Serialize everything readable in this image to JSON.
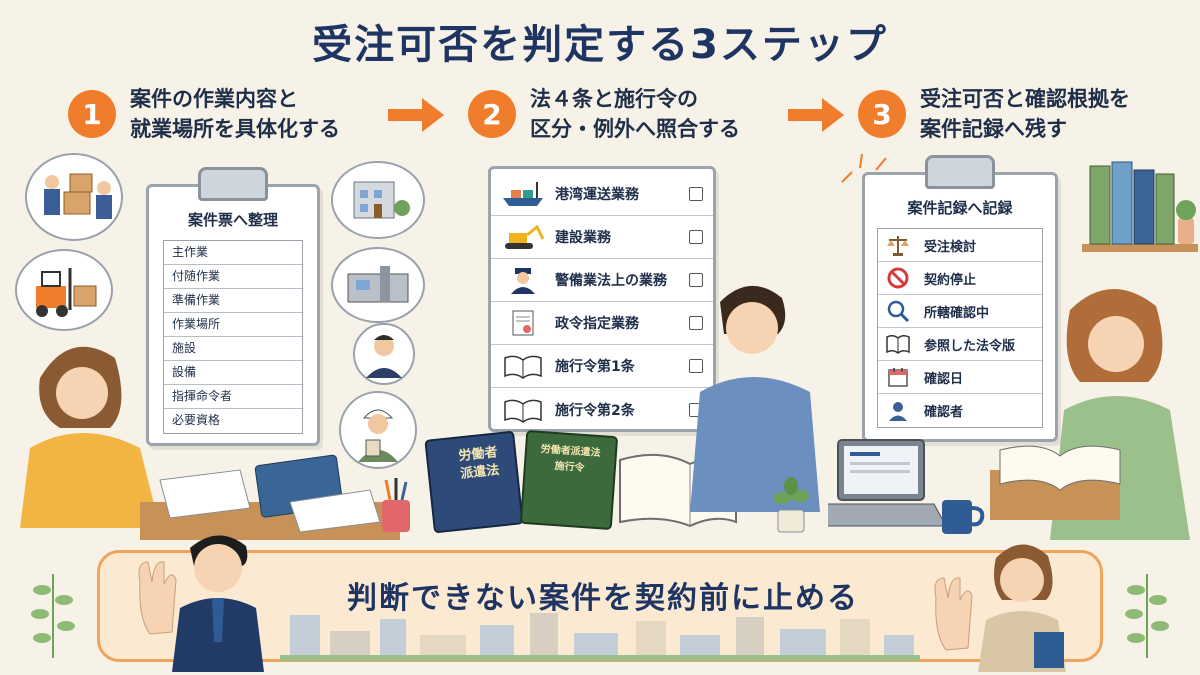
{
  "title": "受注可否を判定する3ステップ",
  "steps": [
    {
      "num": "1",
      "line1": "案件の作業内容と",
      "line2": "就業場所を具体化する"
    },
    {
      "num": "2",
      "line1": "法４条と施行令の",
      "line2": "区分・例外へ照合する"
    },
    {
      "num": "3",
      "line1": "受注可否と確認根拠を",
      "line2": "案件記録へ残す"
    }
  ],
  "case_sheet": {
    "title": "案件票へ整理",
    "rows": [
      "主作業",
      "付随作業",
      "準備作業",
      "作業場所",
      "施設",
      "設備",
      "指揮命令者",
      "必要資格"
    ]
  },
  "law_list": {
    "rows": [
      {
        "label": "港湾運送業務",
        "icon": "ship-icon"
      },
      {
        "label": "建設業務",
        "icon": "excavator-icon"
      },
      {
        "label": "警備業法上の業務",
        "icon": "guard-icon"
      },
      {
        "label": "政令指定業務",
        "icon": "document-icon"
      },
      {
        "label": "施行令第1条",
        "icon": "open-book-icon"
      },
      {
        "label": "施行令第2条",
        "icon": "open-book-icon"
      }
    ]
  },
  "record_sheet": {
    "title": "案件記録へ記録",
    "rows": [
      {
        "label": "受注検討",
        "icon": "scales-icon"
      },
      {
        "label": "契約停止",
        "icon": "prohibit-icon"
      },
      {
        "label": "所轄確認中",
        "icon": "magnifier-icon"
      },
      {
        "label": "参照した法令版",
        "icon": "open-book-icon"
      },
      {
        "label": "確認日",
        "icon": "calendar-icon"
      },
      {
        "label": "確認者",
        "icon": "person-icon"
      }
    ]
  },
  "books": {
    "book1": "労働者\n派遣法",
    "book1_line1": "労働者",
    "book1_line2": "派遣法",
    "book2_line1": "労働者派遣法",
    "book2_line2": "施行令"
  },
  "banner": {
    "text": "判断できない案件を契約前に止める"
  },
  "colors": {
    "accent": "#ef7d2c",
    "navy": "#1e3563",
    "banner_bg": "#fbe9d2",
    "banner_border": "#f0a35a"
  }
}
